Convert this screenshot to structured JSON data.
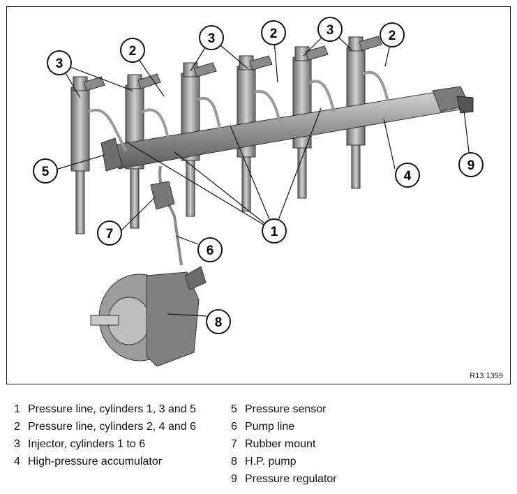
{
  "figure": {
    "reference_code": "R13 1359",
    "callouts": [
      "3",
      "2",
      "3",
      "2",
      "3",
      "2",
      "5",
      "4",
      "9",
      "1",
      "7",
      "6",
      "8"
    ]
  },
  "legend": [
    {
      "num": "1",
      "text": "Pressure line, cylinders 1, 3 and 5"
    },
    {
      "num": "2",
      "text": "Pressure line, cylinders 2, 4 and 6"
    },
    {
      "num": "3",
      "text": "Injector, cylinders 1 to 6"
    },
    {
      "num": "4",
      "text": "High-pressure accumulator"
    },
    {
      "num": "5",
      "text": "Pressure sensor"
    },
    {
      "num": "6",
      "text": "Pump line"
    },
    {
      "num": "7",
      "text": "Rubber mount"
    },
    {
      "num": "8",
      "text": "H.P. pump"
    },
    {
      "num": "9",
      "text": "Pressure regulator"
    }
  ]
}
